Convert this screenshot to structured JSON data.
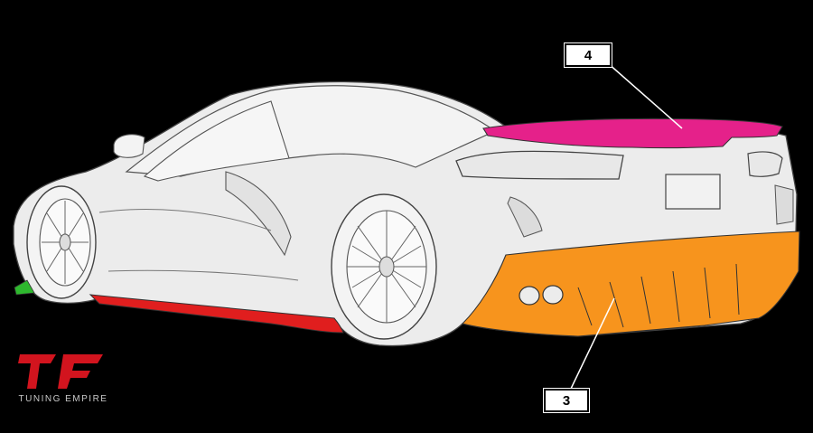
{
  "callouts": [
    {
      "label": "4",
      "part_color": "#e5218a"
    },
    {
      "label": "3",
      "part_color": "#f7941d"
    }
  ],
  "part_colors": {
    "side_skirt": "#e01e1e",
    "front_splitter": "#2eb82e",
    "rear_spoiler": "#e5218a",
    "rear_diffuser": "#f7941d",
    "body": "#ececec",
    "background": "#000000"
  },
  "brand": {
    "name": "TUNING EMPIRE",
    "accent": "#d2141e"
  }
}
